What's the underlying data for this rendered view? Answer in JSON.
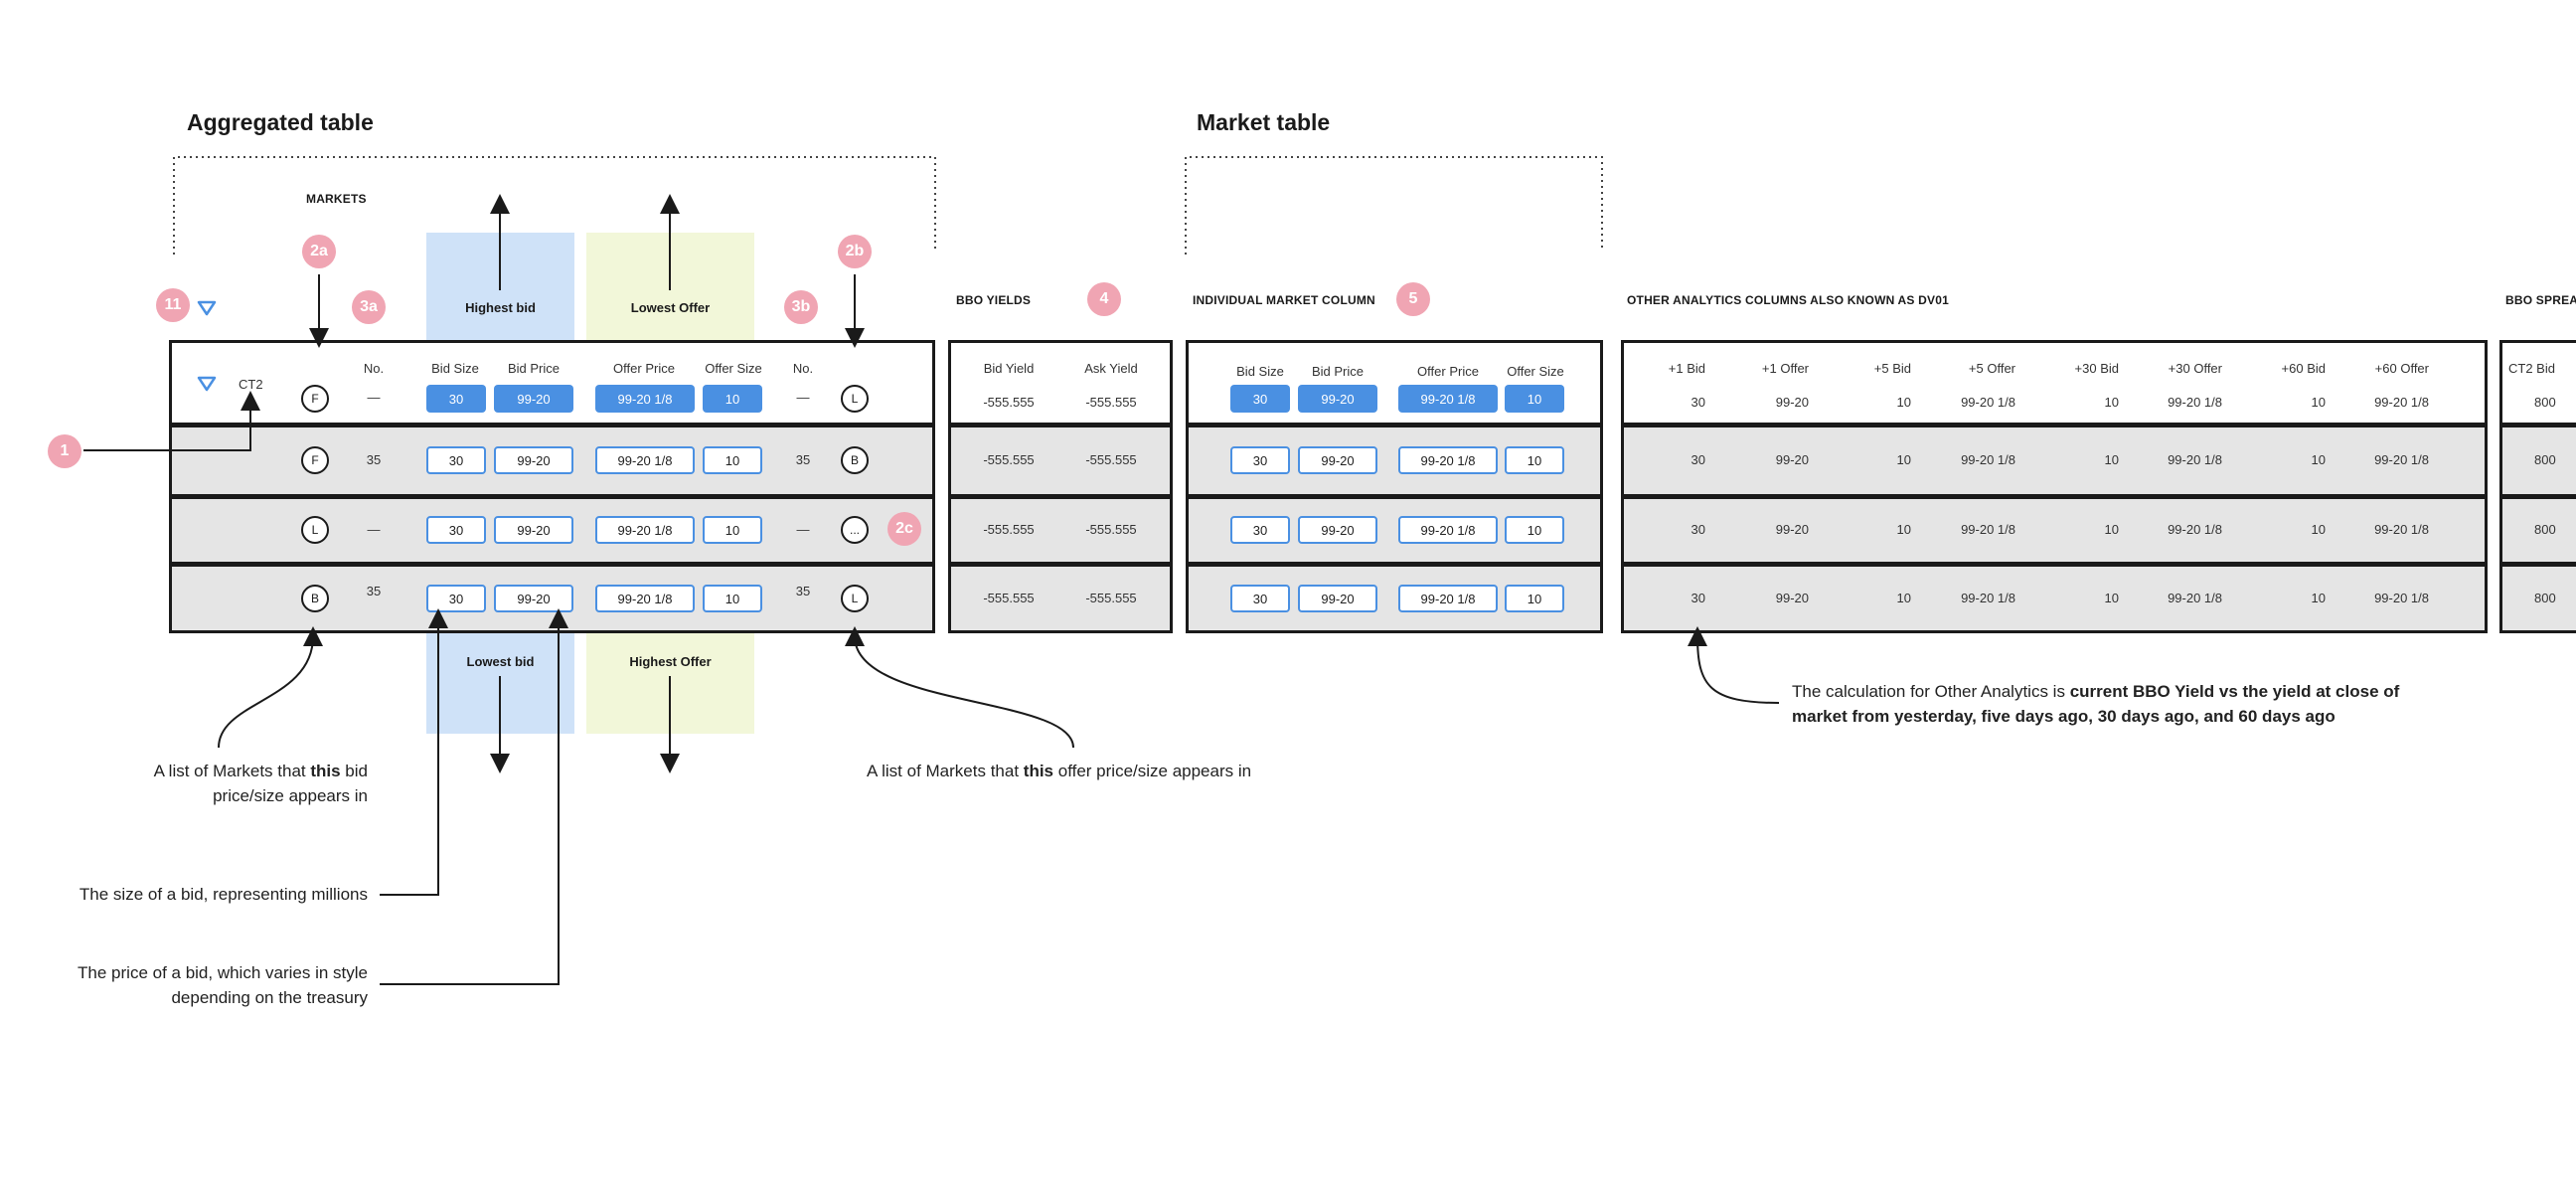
{
  "titles": {
    "aggregated": "Aggregated table",
    "market": "Market table"
  },
  "labels": {
    "markets": "MARKETS",
    "bbo_yields": "BBO YIELDS",
    "individual_market": "INDIVIDUAL MARKET COLUMN",
    "other_analytics": "OTHER ANALYTICS COLUMNS ALSO KNOWN AS DV01",
    "bbo_spread": "BBO SPREA"
  },
  "highlights": {
    "highest_bid": "Highest bid",
    "lowest_offer": "Lowest Offer",
    "lowest_bid": "Lowest bid",
    "highest_offer": "Highest Offer"
  },
  "badges": {
    "b1": "1",
    "b11": "11",
    "b2a": "2a",
    "b2b": "2b",
    "b2c": "2c",
    "b3a": "3a",
    "b3b": "3b",
    "b4": "4",
    "b5": "5"
  },
  "aggregated": {
    "ticker": "CT2",
    "headers": {
      "no_left": "No.",
      "bid_size": "Bid Size",
      "bid_price": "Bid Price",
      "offer_price": "Offer Price",
      "offer_size": "Offer Size",
      "no_right": "No."
    },
    "rows": [
      {
        "left_mkt": "F",
        "no_left": "—",
        "bid_size": "30",
        "bid_price": "99-20",
        "offer_price": "99-20 1/8",
        "offer_size": "10",
        "no_right": "—",
        "right_mkt": "L"
      },
      {
        "left_mkt": "F",
        "no_left": "35",
        "bid_size": "30",
        "bid_price": "99-20",
        "offer_price": "99-20 1/8",
        "offer_size": "10",
        "no_right": "35",
        "right_mkt": "B"
      },
      {
        "left_mkt": "L",
        "no_left": "—",
        "bid_size": "30",
        "bid_price": "99-20",
        "offer_price": "99-20 1/8",
        "offer_size": "10",
        "no_right": "—",
        "right_mkt": "..."
      },
      {
        "left_mkt": "B",
        "no_left": "35",
        "bid_size": "30",
        "bid_price": "99-20",
        "offer_price": "99-20 1/8",
        "offer_size": "10",
        "no_right": "35",
        "right_mkt": "L"
      }
    ]
  },
  "yields": {
    "headers": {
      "bid_yield": "Bid Yield",
      "ask_yield": "Ask Yield"
    },
    "rows": [
      {
        "bid": "-555.555",
        "ask": "-555.555"
      },
      {
        "bid": "-555.555",
        "ask": "-555.555"
      },
      {
        "bid": "-555.555",
        "ask": "-555.555"
      },
      {
        "bid": "-555.555",
        "ask": "-555.555"
      }
    ]
  },
  "market": {
    "headers": {
      "bid_size": "Bid Size",
      "bid_price": "Bid Price",
      "offer_price": "Offer Price",
      "offer_size": "Offer Size"
    },
    "rows": [
      {
        "bid_size": "30",
        "bid_price": "99-20",
        "offer_price": "99-20 1/8",
        "offer_size": "10"
      },
      {
        "bid_size": "30",
        "bid_price": "99-20",
        "offer_price": "99-20 1/8",
        "offer_size": "10"
      },
      {
        "bid_size": "30",
        "bid_price": "99-20",
        "offer_price": "99-20 1/8",
        "offer_size": "10"
      },
      {
        "bid_size": "30",
        "bid_price": "99-20",
        "offer_price": "99-20 1/8",
        "offer_size": "10"
      }
    ]
  },
  "analytics": {
    "headers": [
      "+1 Bid",
      "+1 Offer",
      "+5 Bid",
      "+5 Offer",
      "+30 Bid",
      "+30 Offer",
      "+60 Bid",
      "+60 Offer"
    ],
    "rows": [
      [
        "30",
        "99-20",
        "10",
        "99-20 1/8",
        "10",
        "99-20 1/8",
        "10",
        "99-20 1/8"
      ],
      [
        "30",
        "99-20",
        "10",
        "99-20 1/8",
        "10",
        "99-20 1/8",
        "10",
        "99-20 1/8"
      ],
      [
        "30",
        "99-20",
        "10",
        "99-20 1/8",
        "10",
        "99-20 1/8",
        "10",
        "99-20 1/8"
      ],
      [
        "30",
        "99-20",
        "10",
        "99-20 1/8",
        "10",
        "99-20 1/8",
        "10",
        "99-20 1/8"
      ]
    ]
  },
  "spread": {
    "header": "CT2 Bid",
    "rows": [
      "800",
      "800",
      "800",
      "800"
    ]
  },
  "notes": {
    "bid_markets_pre": "A list of Markets that ",
    "bid_markets_bold": "this",
    "bid_markets_post": " bid",
    "bid_markets_line2": "price/size appears in",
    "offer_markets_pre": "A list of Markets that ",
    "offer_markets_bold": "this",
    "offer_markets_post": " offer price/size appears in",
    "bid_size": "The size of a bid, representing millions",
    "bid_price_line1": "The price of a bid, which varies in style",
    "bid_price_line2": "depending on the treasury",
    "analytics_pre": "The calculation for Other Analytics is ",
    "analytics_bold1": "current BBO Yield vs the yield at close of",
    "analytics_bold2": "market from yesterday, five days ago, 30 days ago, and 60 days ago"
  }
}
